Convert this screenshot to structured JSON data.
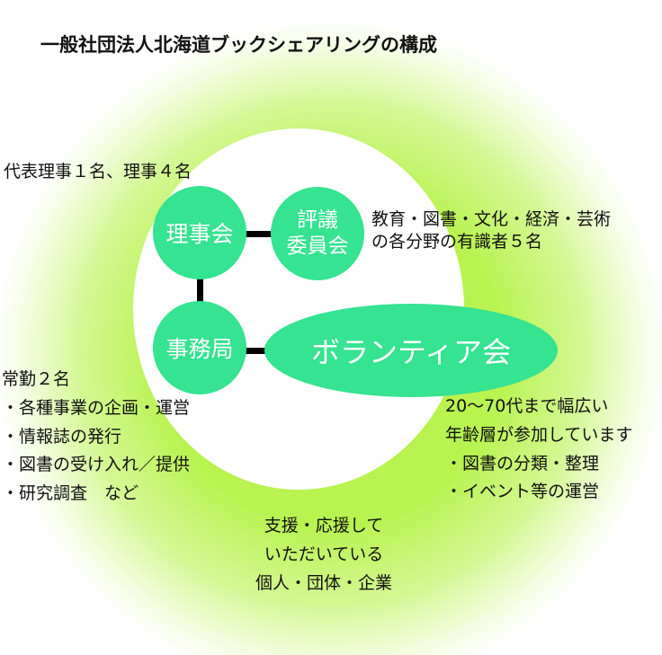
{
  "title": "一般社団法人北海道ブックシェアリングの構成",
  "board_note": "代表理事１名、理事４名",
  "nodes": {
    "board": "理事会",
    "council_line1": "評議",
    "council_line2": "委員会",
    "office": "事務局",
    "volunteer": "ボランティア会"
  },
  "council_note": [
    "教育・図書・文化・経済・芸術",
    "の各分野の有識者５名"
  ],
  "office_note": [
    "常勤２名",
    "・各種事業の企画・運営",
    "・情報誌の発行",
    "・図書の受け入れ／提供",
    "・研究調査　など"
  ],
  "volunteer_note": [
    "20～70代まで幅広い",
    "年齢層が参加しています",
    "・図書の分類・整理",
    "・イベント等の運営"
  ],
  "supporters": [
    "支援・応援して",
    "いただいている",
    "個人・団体・企業"
  ],
  "colors": {
    "node": "#35e391",
    "halo": "#b8f350"
  }
}
